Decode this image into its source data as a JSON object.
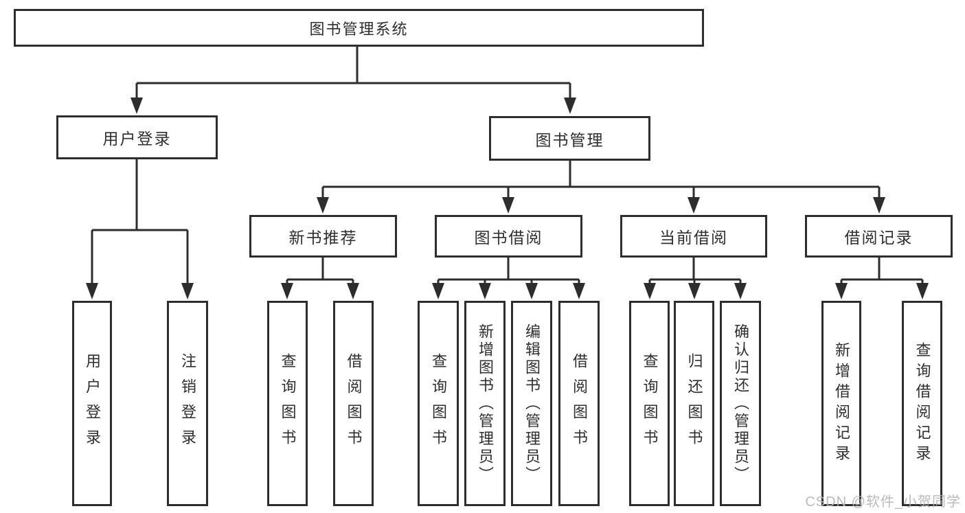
{
  "tree": {
    "label": "图书管理系统",
    "children": [
      {
        "label": "用户登录",
        "children": [
          {
            "label": "用户登录"
          },
          {
            "label": "注销登录"
          }
        ]
      },
      {
        "label": "图书管理",
        "children": [
          {
            "label": "新书推荐",
            "children": [
              {
                "label": "查询图书"
              },
              {
                "label": "借阅图书"
              }
            ]
          },
          {
            "label": "图书借阅",
            "children": [
              {
                "label": "查询图书"
              },
              {
                "label": "新增图书（管理员）"
              },
              {
                "label": "编辑图书（管理员）"
              },
              {
                "label": "借阅图书"
              }
            ]
          },
          {
            "label": "当前借阅",
            "children": [
              {
                "label": "查询图书"
              },
              {
                "label": "归还图书"
              },
              {
                "label": "确认归还（管理员）"
              }
            ]
          },
          {
            "label": "借阅记录",
            "children": [
              {
                "label": "新增借阅记录"
              },
              {
                "label": "查询借阅记录"
              }
            ]
          }
        ]
      }
    ]
  },
  "watermark": {
    "text": "CSDN @软件_小贺同学"
  },
  "colors": {
    "line": "#2d2d2d",
    "text": "#2e2e2e",
    "watermark": "#b3b3b3",
    "background": "#ffffff"
  }
}
